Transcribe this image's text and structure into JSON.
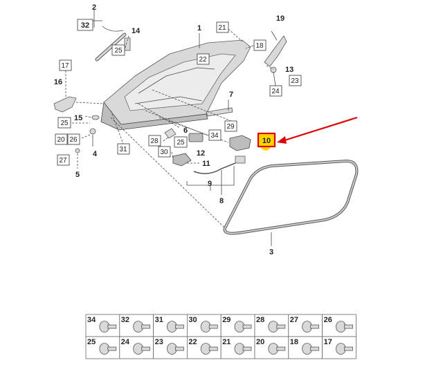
{
  "callouts": {
    "p1": "1",
    "p2": "2",
    "p3": "3",
    "p4": "4",
    "p5": "5",
    "p6": "6",
    "p7": "7",
    "p8": "8",
    "p9": "9",
    "p10": "10",
    "p11": "11",
    "p12": "12",
    "p13": "13",
    "p14": "14",
    "p15": "15",
    "p16": "16",
    "p19": "19"
  },
  "boxed": {
    "b17": "17",
    "b18": "18",
    "b20": "20",
    "b21": "21",
    "b22": "22",
    "b23": "23",
    "b24": "24",
    "b25a": "25",
    "b25b": "25",
    "b25c": "25",
    "b26": "26",
    "b27": "27",
    "b28": "28",
    "b29": "29",
    "b30": "30",
    "b31": "31",
    "b32": "32",
    "b34": "34"
  },
  "highlight": {
    "label": "10",
    "arrow_color": "#e00000",
    "fill_color": "#ffd400"
  },
  "fastener_grid": {
    "row1": [
      "34",
      "32",
      "31",
      "30",
      "29",
      "28",
      "27",
      "26"
    ],
    "row2": [
      "25",
      "24",
      "23",
      "22",
      "21",
      "20",
      "18",
      "17"
    ]
  }
}
